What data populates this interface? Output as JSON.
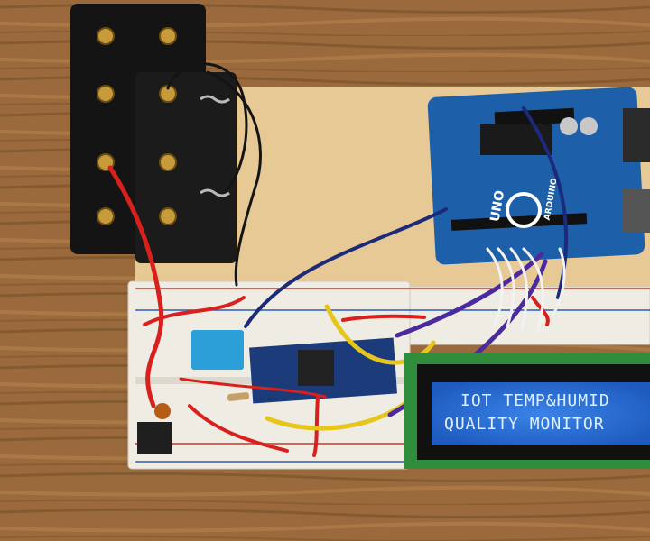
{
  "lcd": {
    "line1": "IOT TEMP&HUMID",
    "line2": "QUALITY MONITOR"
  },
  "arduino": {
    "board_label": "UNO",
    "brand_label": "ARDUINO"
  },
  "colors": {
    "wood_table": "#9a6a3c",
    "plywood_board": "#e7c995",
    "arduino_blue": "#1d5fa8",
    "lcd_backlight": "#2d71d6",
    "lcd_pcb": "#2f8d3b",
    "breadboard": "#efece4",
    "battery_holder": "#141414",
    "wire_red": "#d8211d",
    "wire_yellow": "#e7c51a",
    "wire_purple": "#4b2aa0",
    "wire_navy": "#1d2a7a",
    "dht_sensor": "#2a9fd8"
  }
}
